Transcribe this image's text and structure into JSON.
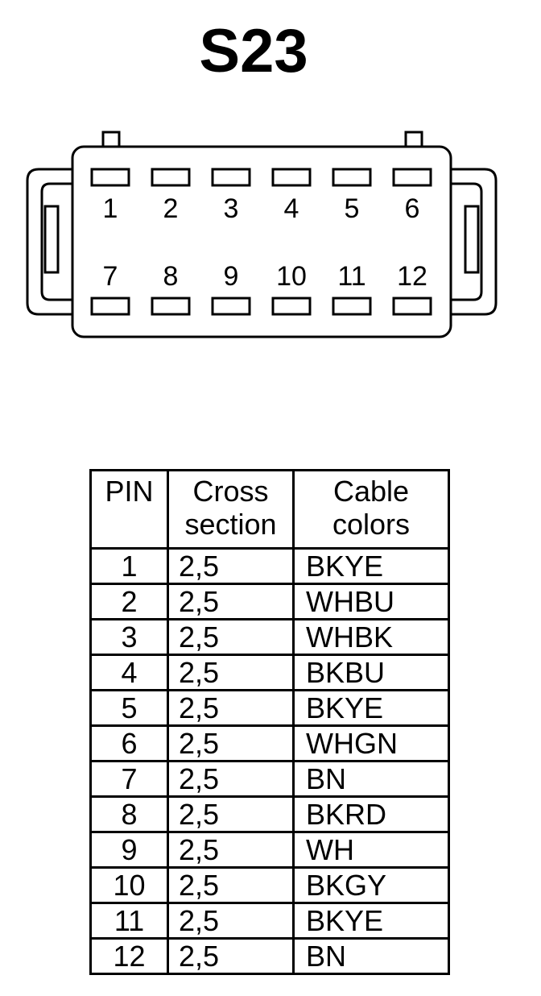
{
  "title": "S23",
  "connector": {
    "top_row": [
      "1",
      "2",
      "3",
      "4",
      "5",
      "6"
    ],
    "bottom_row": [
      "7",
      "8",
      "9",
      "10",
      "11",
      "12"
    ]
  },
  "table": {
    "headers": {
      "pin": "PIN",
      "cross_section": [
        "Cross",
        "section"
      ],
      "cable_colors": [
        "Cable",
        "colors"
      ]
    },
    "rows": [
      {
        "pin": "1",
        "cross_section": "2,5",
        "color": "BKYE"
      },
      {
        "pin": "2",
        "cross_section": "2,5",
        "color": "WHBU"
      },
      {
        "pin": "3",
        "cross_section": "2,5",
        "color": "WHBK"
      },
      {
        "pin": "4",
        "cross_section": "2,5",
        "color": "BKBU"
      },
      {
        "pin": "5",
        "cross_section": "2,5",
        "color": "BKYE"
      },
      {
        "pin": "6",
        "cross_section": "2,5",
        "color": "WHGN"
      },
      {
        "pin": "7",
        "cross_section": "2,5",
        "color": "BN"
      },
      {
        "pin": "8",
        "cross_section": "2,5",
        "color": "BKRD"
      },
      {
        "pin": "9",
        "cross_section": "2,5",
        "color": "WH"
      },
      {
        "pin": "10",
        "cross_section": "2,5",
        "color": "BKGY"
      },
      {
        "pin": "11",
        "cross_section": "2,5",
        "color": "BKYE"
      },
      {
        "pin": "12",
        "cross_section": "2,5",
        "color": "BN"
      }
    ]
  }
}
